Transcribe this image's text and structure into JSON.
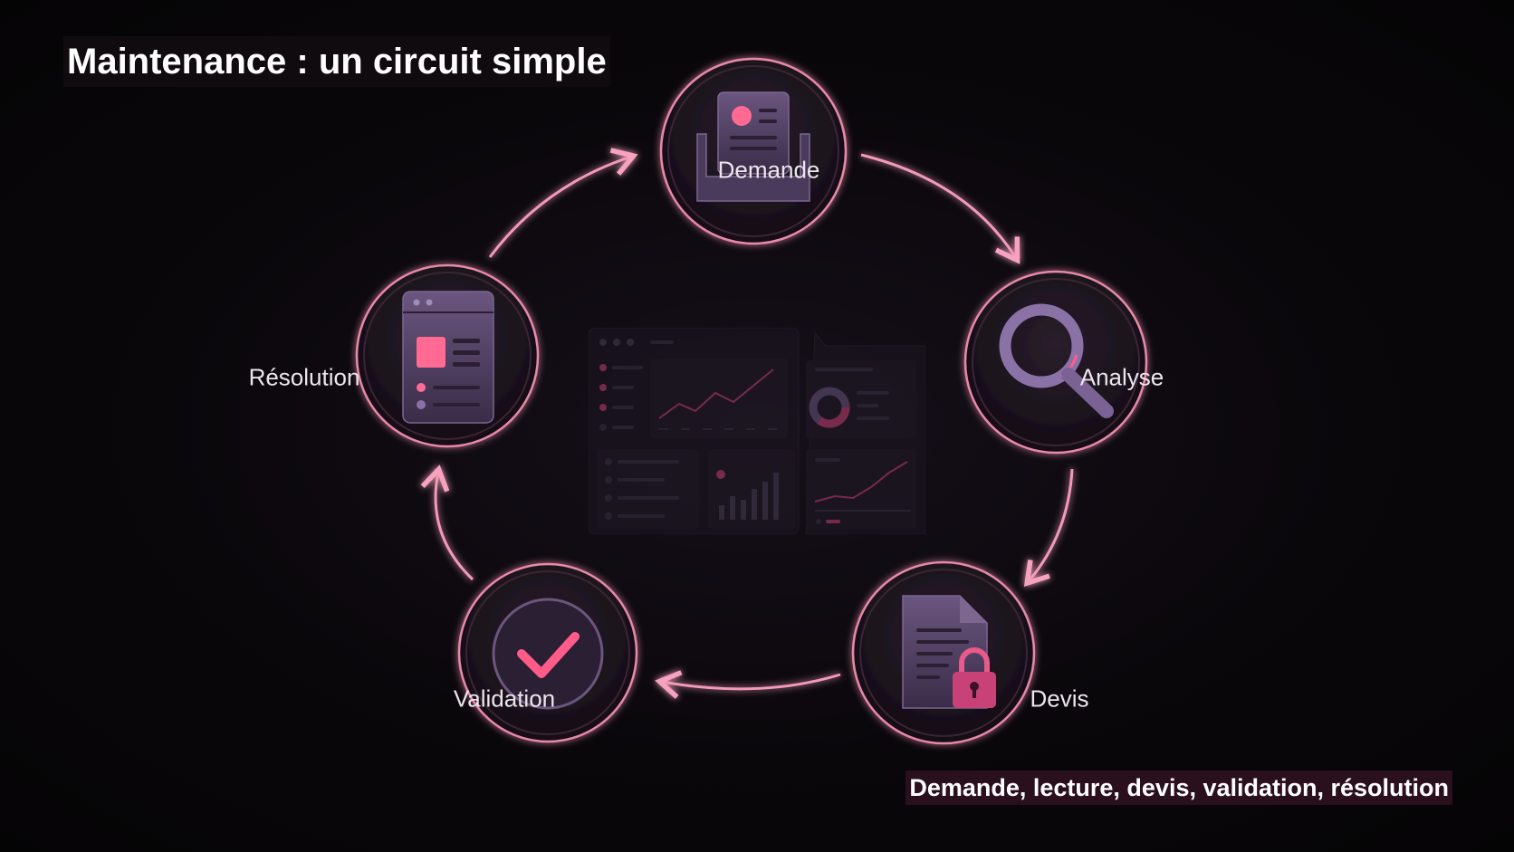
{
  "title": "Maintenance : un circuit simple",
  "caption": "Demande, lecture, devis, validation, résolution",
  "colors": {
    "background": "#0a070b",
    "accent": "#ff5c8a",
    "ring": "#e889a8",
    "icon_purple": "#5a4670",
    "text": "#ffffff"
  },
  "steps": [
    {
      "label": "Demande",
      "icon": "inbox-document-icon"
    },
    {
      "label": "Analyse",
      "icon": "magnifier-icon"
    },
    {
      "label": "Devis",
      "icon": "locked-document-icon"
    },
    {
      "label": "Validation",
      "icon": "checkmark-icon"
    },
    {
      "label": "Résolution",
      "icon": "task-list-panel-icon"
    }
  ],
  "center": {
    "icon": "dashboard-illustration"
  }
}
